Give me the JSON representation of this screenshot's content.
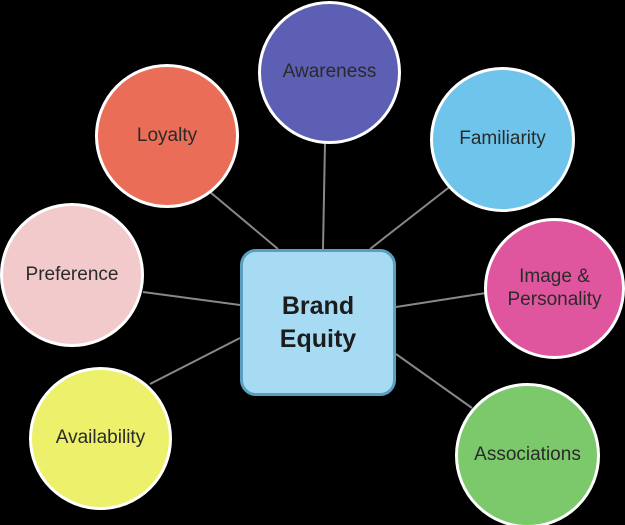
{
  "center": {
    "line1": "Brand",
    "line2": "Equity"
  },
  "nodes": {
    "awareness": "Awareness",
    "familiarity": "Familiarity",
    "loyalty": "Loyalty",
    "preference": "Preference",
    "image_line1": "Image &",
    "image_line2": "Personality",
    "availability": "Availability",
    "associations": "Associations"
  },
  "colors": {
    "awareness": "#5c5fb3",
    "familiarity": "#6fc4ec",
    "loyalty": "#ea6d58",
    "preference": "#f2cacb",
    "image_personality": "#e0569e",
    "availability": "#ecf06a",
    "associations": "#7cc96b",
    "center_fill": "#a6dbf3",
    "center_border": "#5a9fc0",
    "connector": "#888888"
  }
}
